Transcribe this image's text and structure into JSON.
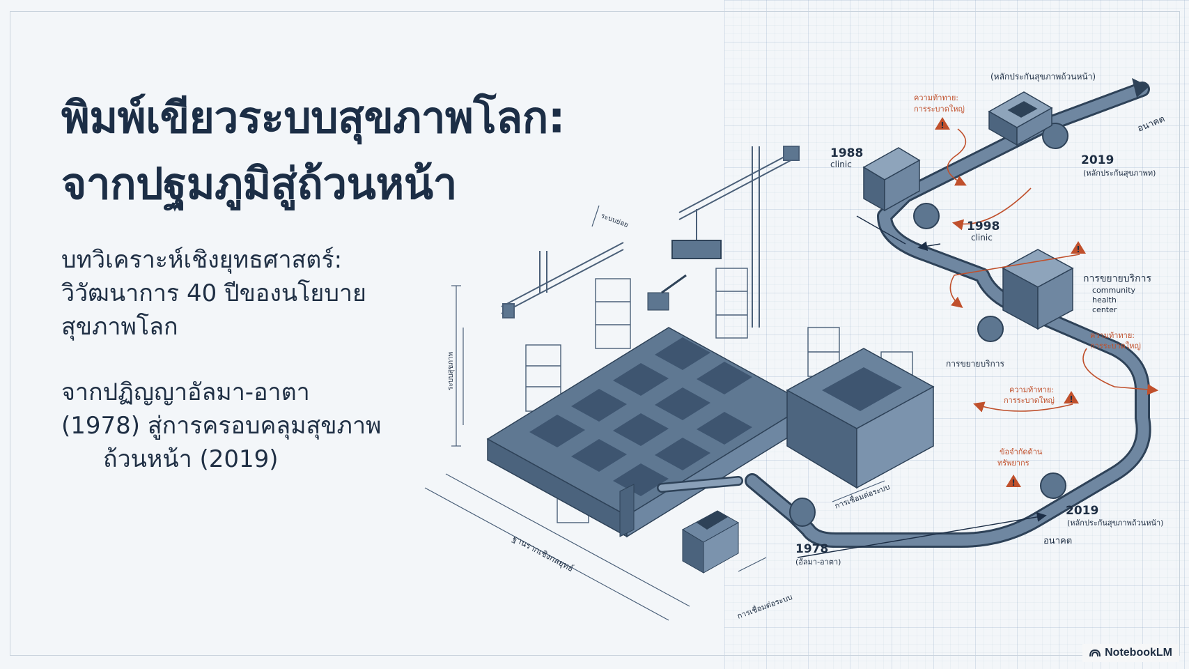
{
  "slide": {
    "title_line1": "พิมพ์เขียวระบบสุขภาพโลก:",
    "title_line2": "จากปฐมภูมิสู่ถ้วนหน้า",
    "subtitle_lines": [
      "บทวิเคราะห์เชิงยุทธศาสตร์:",
      "วิวัฒนาการ 40 ปีของนโยบาย",
      "สุขภาพโลก"
    ],
    "detail_lines": [
      "จากปฏิญญาอัลมา-อาตา",
      "(1978) สู่การครอบคลุมสุขภาพ",
      "ถ้วนหน้า (2019)"
    ]
  },
  "illustration": {
    "year_1978": "1978",
    "label_1978": "(อัลมา-อาตา)",
    "year_1988": "1988",
    "label_1988": "clinic",
    "year_1998": "1998",
    "label_1998": "clinic",
    "year_2019_top": "2019",
    "label_2019_top": "(หลักประกันสุขภาพท)",
    "year_2019_bottom": "2019",
    "label_2019_bottom": "(หลักประกันสุขภาพถ้วนหน้า)",
    "top_label": "(หลักประกันสุขภาพถ้วนหน้า)",
    "future_top": "อนาคต",
    "future_bottom": "อนาคต",
    "expansion_title": "การขยายบริการ",
    "expansion_sub": [
      "community",
      "health",
      "center"
    ],
    "service_label": "การขยายบริการ",
    "challenge_a": [
      "ความท้าทาย:",
      "การระบาดใหญ่"
    ],
    "challenge_b": [
      "ความท้าทาย:",
      "การระบาดใหญ่"
    ],
    "challenge_c": [
      "ความท้าทาย:",
      "การระบาดใหญ่"
    ],
    "constraint": [
      "ข้อจำกัดด้าน",
      "ทรัพยากร"
    ],
    "foundation_label": "ฐานรากเชิงกลยุทธ์",
    "connect_label_1": "การเชื่อมต่อระบบ",
    "connect_label_2": "การเชื่อมต่อระบบ",
    "vertical_dim_label": "ระบบสุขภาพ",
    "top_dim_label": "ระบบย่อย"
  },
  "brand": {
    "name": "NotebookLM"
  },
  "colors": {
    "ink": "#1c2e46",
    "steel": "#5d7690",
    "accent": "#c0502c",
    "grid": "#7896b9"
  }
}
